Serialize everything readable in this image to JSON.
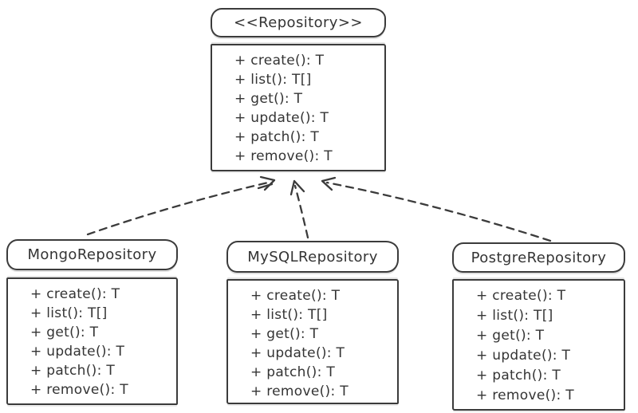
{
  "diagram": {
    "interface": {
      "name": "<<Repository>>",
      "methods": [
        "+ create(): T",
        "+ list(): T[]",
        "+ get(): T",
        "+ update(): T",
        "+ patch(): T",
        "+ remove(): T"
      ]
    },
    "classes": [
      {
        "name": "MongoRepository",
        "methods": [
          "+ create(): T",
          "+ list(): T[]",
          "+ get(): T",
          "+ update(): T",
          "+ patch(): T",
          "+ remove(): T"
        ]
      },
      {
        "name": "MySQLRepository",
        "methods": [
          "+ create(): T",
          "+ list(): T[]",
          "+ get(): T",
          "+ update(): T",
          "+ patch(): T",
          "+ remove(): T"
        ]
      },
      {
        "name": "PostgreRepository",
        "methods": [
          "+ create(): T",
          "+ list(): T[]",
          "+ get(): T",
          "+ update(): T",
          "+ patch(): T",
          "+ remove(): T"
        ]
      }
    ],
    "arrows": [
      {
        "from": "MongoRepository",
        "to": "<<Repository>>",
        "style": "dashed-open-arrowhead"
      },
      {
        "from": "MySQLRepository",
        "to": "<<Repository>>",
        "style": "dashed-open-arrowhead"
      },
      {
        "from": "PostgreRepository",
        "to": "<<Repository>>",
        "style": "dashed-open-arrowhead"
      }
    ],
    "colors": {
      "stroke": "#3b3b3b",
      "background": "#ffffff",
      "shadow": "#c9c9c9"
    }
  }
}
